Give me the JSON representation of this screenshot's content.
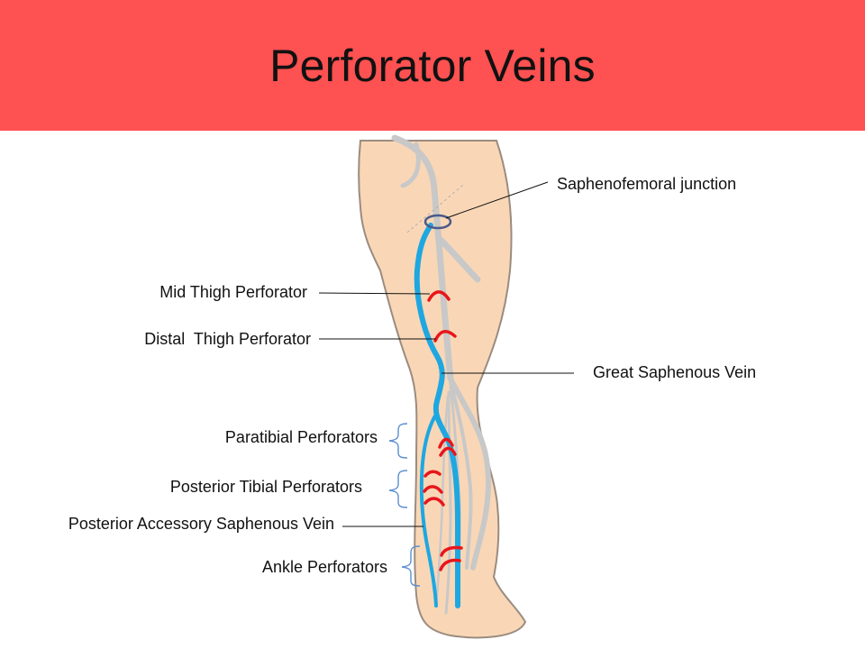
{
  "title": "Perforator Veins",
  "labels": {
    "saphenofemoral_junction": "Saphenofemoral junction",
    "mid_thigh": "Mid Thigh Perforator",
    "distal_thigh": "Distal  Thigh Perforator",
    "great_saphenous": "Great Saphenous Vein",
    "paratibial": "Paratibial Perforators",
    "posterior_tibial": "Posterior Tibial Perforators",
    "posterior_accessory": "Posterior Accessory Saphenous Vein",
    "ankle": "Ankle Perforators"
  },
  "colors": {
    "title_band": "#fe5151",
    "skin": "#f9d7b6",
    "skin_outline": "#9b8c80",
    "great_saphenous_vein": "#1ea7e1",
    "deep_veins": "#c8c8c8",
    "perforators": "#e8161b",
    "junction_ring": "#4a5a8a",
    "bracket": "#5b8fd0",
    "leader_line": "#111111"
  }
}
